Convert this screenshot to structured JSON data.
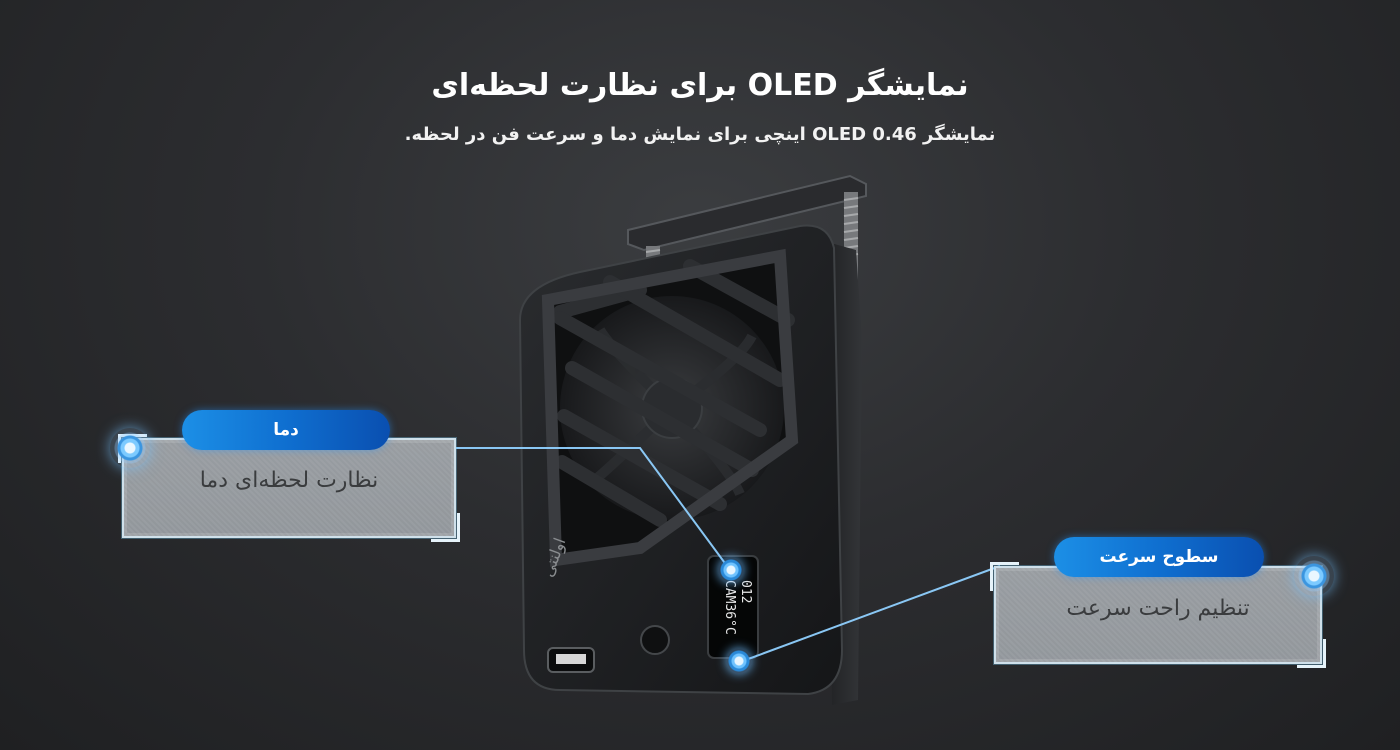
{
  "header": {
    "title": "نمایشگر OLED برای نظارت لحظه‌ای",
    "subtitle": "نمایشگر 0.46 OLED اینچی برای نمایش دما و سرعت فن در لحظه."
  },
  "device": {
    "brand_mark": "اولنتی",
    "oled_line1": "012",
    "oled_line2": "CAM36°C"
  },
  "callouts": {
    "temperature": {
      "label": "دما",
      "description": "نظارت لحظه‌ای دما"
    },
    "speed": {
      "label": "سطوح سرعت",
      "description": "تنظیم راحت سرعت"
    }
  },
  "colors": {
    "accent": "#1c8fe6",
    "accent_dark": "#0a4fb0",
    "background": "#2c2d30",
    "connector": "#8fd0ff"
  }
}
